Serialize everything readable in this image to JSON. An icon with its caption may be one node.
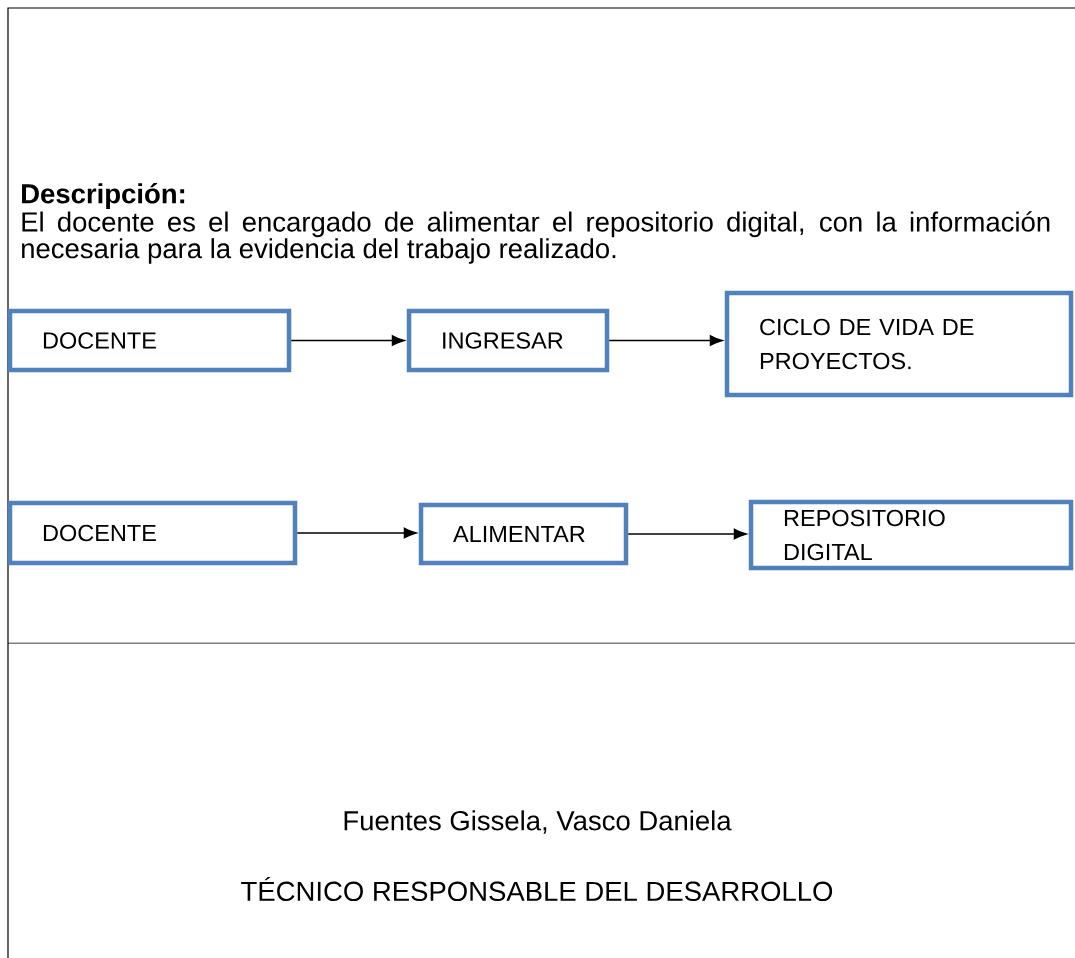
{
  "diagram": {
    "nodes": [
      {
        "text": [
          "DOCENTE"
        ]
      },
      {
        "text": [
          "INGRESAR"
        ]
      },
      {
        "text": [
          "CICLO DE VIDA DE PROYECTOS."
        ]
      },
      {
        "text": [
          "DOCENTE"
        ]
      },
      {
        "text": [
          "ALIMENTAR"
        ]
      },
      {
        "text": [
          "REPOSITORIO DIGITAL"
        ]
      }
    ],
    "edges": [
      {
        "from": 0,
        "to": 1,
        "arrow": "to"
      },
      {
        "from": 1,
        "to": 2,
        "arrow": "to"
      },
      {
        "from": 3,
        "to": 4,
        "arrow": "to"
      },
      {
        "from": 4,
        "to": 5,
        "arrow": "to"
      }
    ],
    "labels": [
      "Descripción:",
      "El docente es el encargado de alimentar el repositorio digital, con la información necesaria para la evidencia del trabajo realizado.",
      "Fuentes Gissela, Vasco Daniela",
      "TÉCNICO RESPONSABLE DEL DESARROLLO"
    ]
  }
}
